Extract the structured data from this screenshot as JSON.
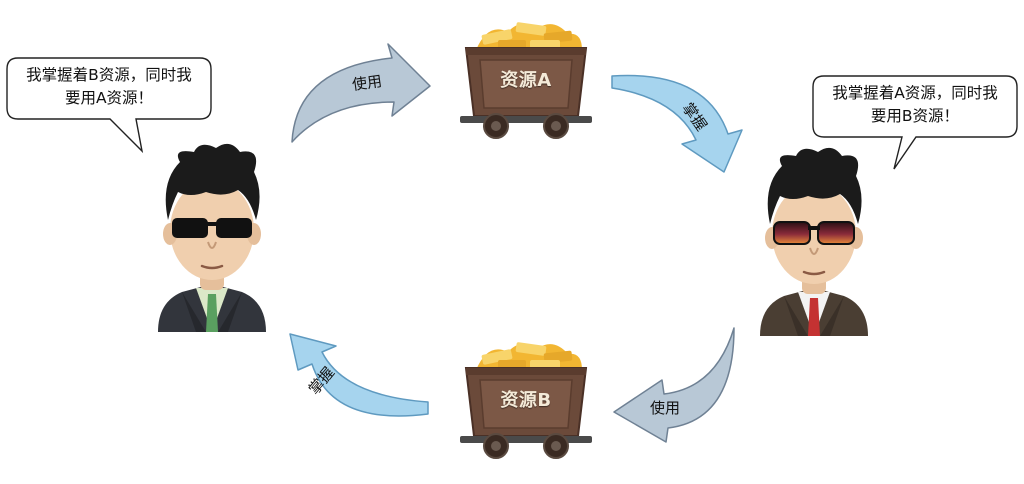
{
  "nodes": {
    "person_left": {
      "speech": [
        "我掌握着B资源，同时我",
        "要用A资源！"
      ]
    },
    "person_right": {
      "speech": [
        "我掌握着A资源，同时我",
        "要用B资源！"
      ]
    },
    "cart_top": {
      "label": "资源A"
    },
    "cart_bottom": {
      "label": "资源B"
    }
  },
  "edges": [
    {
      "from": "person_left",
      "to": "cart_top",
      "label": "使用",
      "color": "#b8c8d6"
    },
    {
      "from": "cart_top",
      "to": "person_right",
      "label": "掌握",
      "color": "#a6d4ee"
    },
    {
      "from": "person_right",
      "to": "cart_bottom",
      "label": "使用",
      "color": "#b8c8d6"
    },
    {
      "from": "cart_bottom",
      "to": "person_left",
      "label": "掌握",
      "color": "#a6d4ee"
    }
  ],
  "colors": {
    "cart_wood": "#6b4a3a",
    "gold": "#f2b632",
    "suit_left": "#32353c",
    "tie_left": "#5aa060",
    "suit_right": "#4a3e33",
    "tie_right": "#c43232"
  }
}
